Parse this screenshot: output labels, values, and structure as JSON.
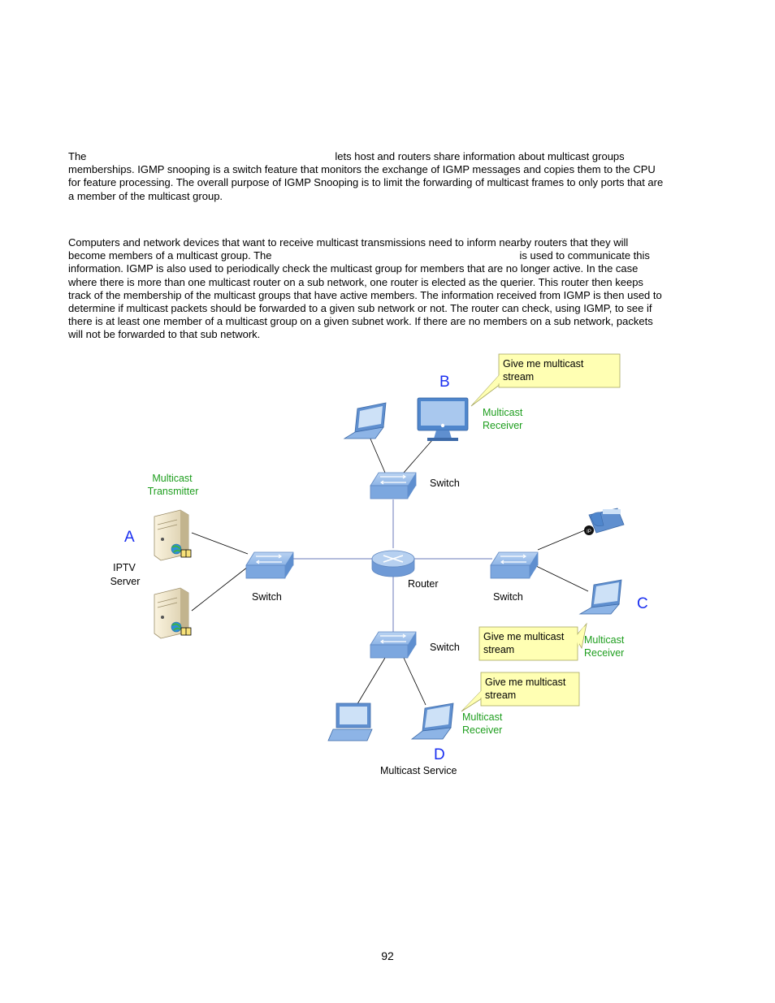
{
  "paragraph1": {
    "lines": [
      "The",
      "lets host and routers share information about multicast groups",
      "memberships. IGMP snooping is a switch feature that monitors the exchange of IGMP messages and copies them to the CPU",
      "for feature processing. The overall purpose of IGMP Snooping is to limit the forwarding of multicast frames to only ports that are",
      "a member of the multicast group."
    ]
  },
  "paragraph2": {
    "lines": [
      "Computers and network devices that want to receive multicast transmissions need to inform nearby routers that they will",
      "become members of a multicast group. The",
      "is used to communicate this",
      "information. IGMP is also used to periodically check the multicast group for members that are no longer active. In the case",
      "where there is more than one multicast router on a sub network, one router is elected as the querier. This router then keeps",
      "track of the membership of the multicast groups that have active members. The information received from IGMP is then used to",
      "determine if multicast packets should be forwarded to a given sub network or not. The router can check, using IGMP, to see if",
      "there is at least one member of a multicast group on a given subnet work. If there are no members on a sub network, packets",
      "will not be forwarded to that sub network."
    ]
  },
  "diagram": {
    "letters": {
      "a": "A",
      "b": "B",
      "c": "C",
      "d": "D"
    },
    "transmitter": [
      "Multicast",
      "Transmitter"
    ],
    "server": [
      "IPTV",
      "Server"
    ],
    "receiver": [
      "Multicast",
      "Receiver"
    ],
    "callout": [
      "Give me multicast",
      "stream"
    ],
    "switch_label": "Switch",
    "router_label": "Router",
    "caption": "Multicast Service",
    "colors": {
      "letter": "#1a2ff0",
      "green_text": "#1e9e1e",
      "callout_fill": "#ffffb3",
      "device_blue": "#6f9fd8",
      "line": "#4a5fb0"
    }
  },
  "page_number": "92"
}
